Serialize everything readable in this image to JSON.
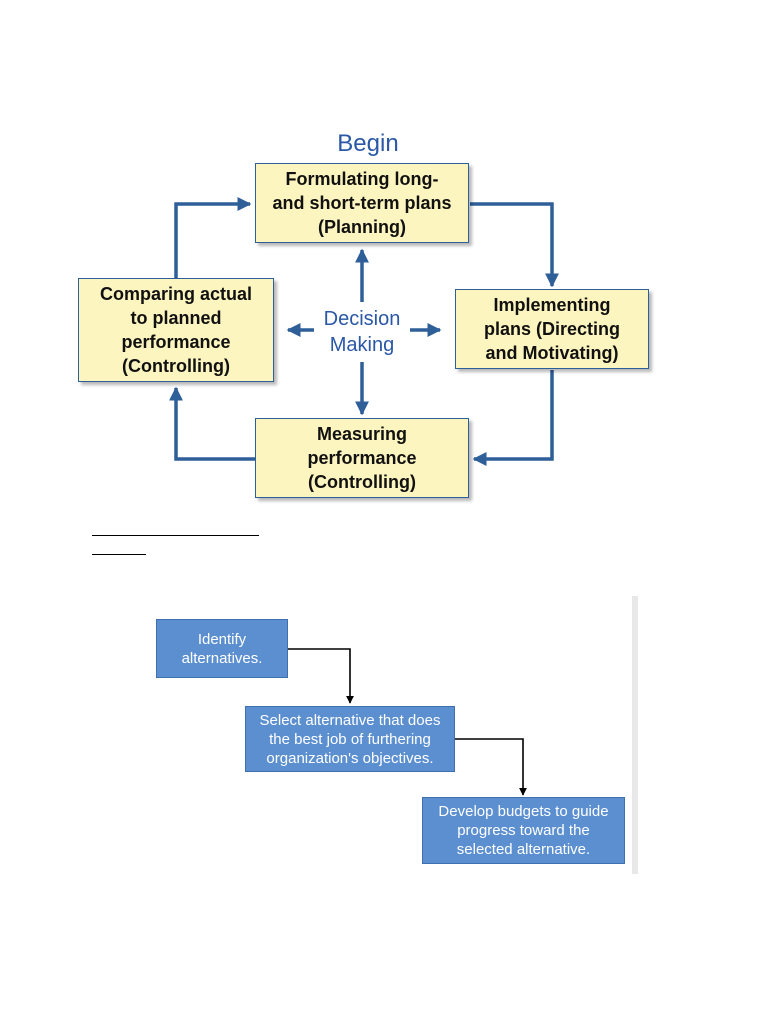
{
  "cycle": {
    "begin_label": "Begin",
    "center_label": "Decision\nMaking",
    "planning": "Formulating long-\nand short-term plans\n(Planning)",
    "directing": "Implementing\nplans (Directing\nand Motivating)",
    "measuring": "Measuring\nperformance\n(Controlling)",
    "comparing": "Comparing actual\nto planned\nperformance\n(Controlling)"
  },
  "flow": {
    "step1": "Identify\nalternatives.",
    "step2": "Select alternative that does\nthe best job of furthering\norganization's objectives.",
    "step3": "Develop budgets to guide\nprogress toward the\nselected alternative."
  },
  "colors": {
    "cycle_box_fill": "#fdf5bf",
    "cycle_arrow": "#2f5f99",
    "label_blue": "#2a57a6",
    "flow_box_fill": "#5b8fd0",
    "flow_connector": "#000000"
  }
}
